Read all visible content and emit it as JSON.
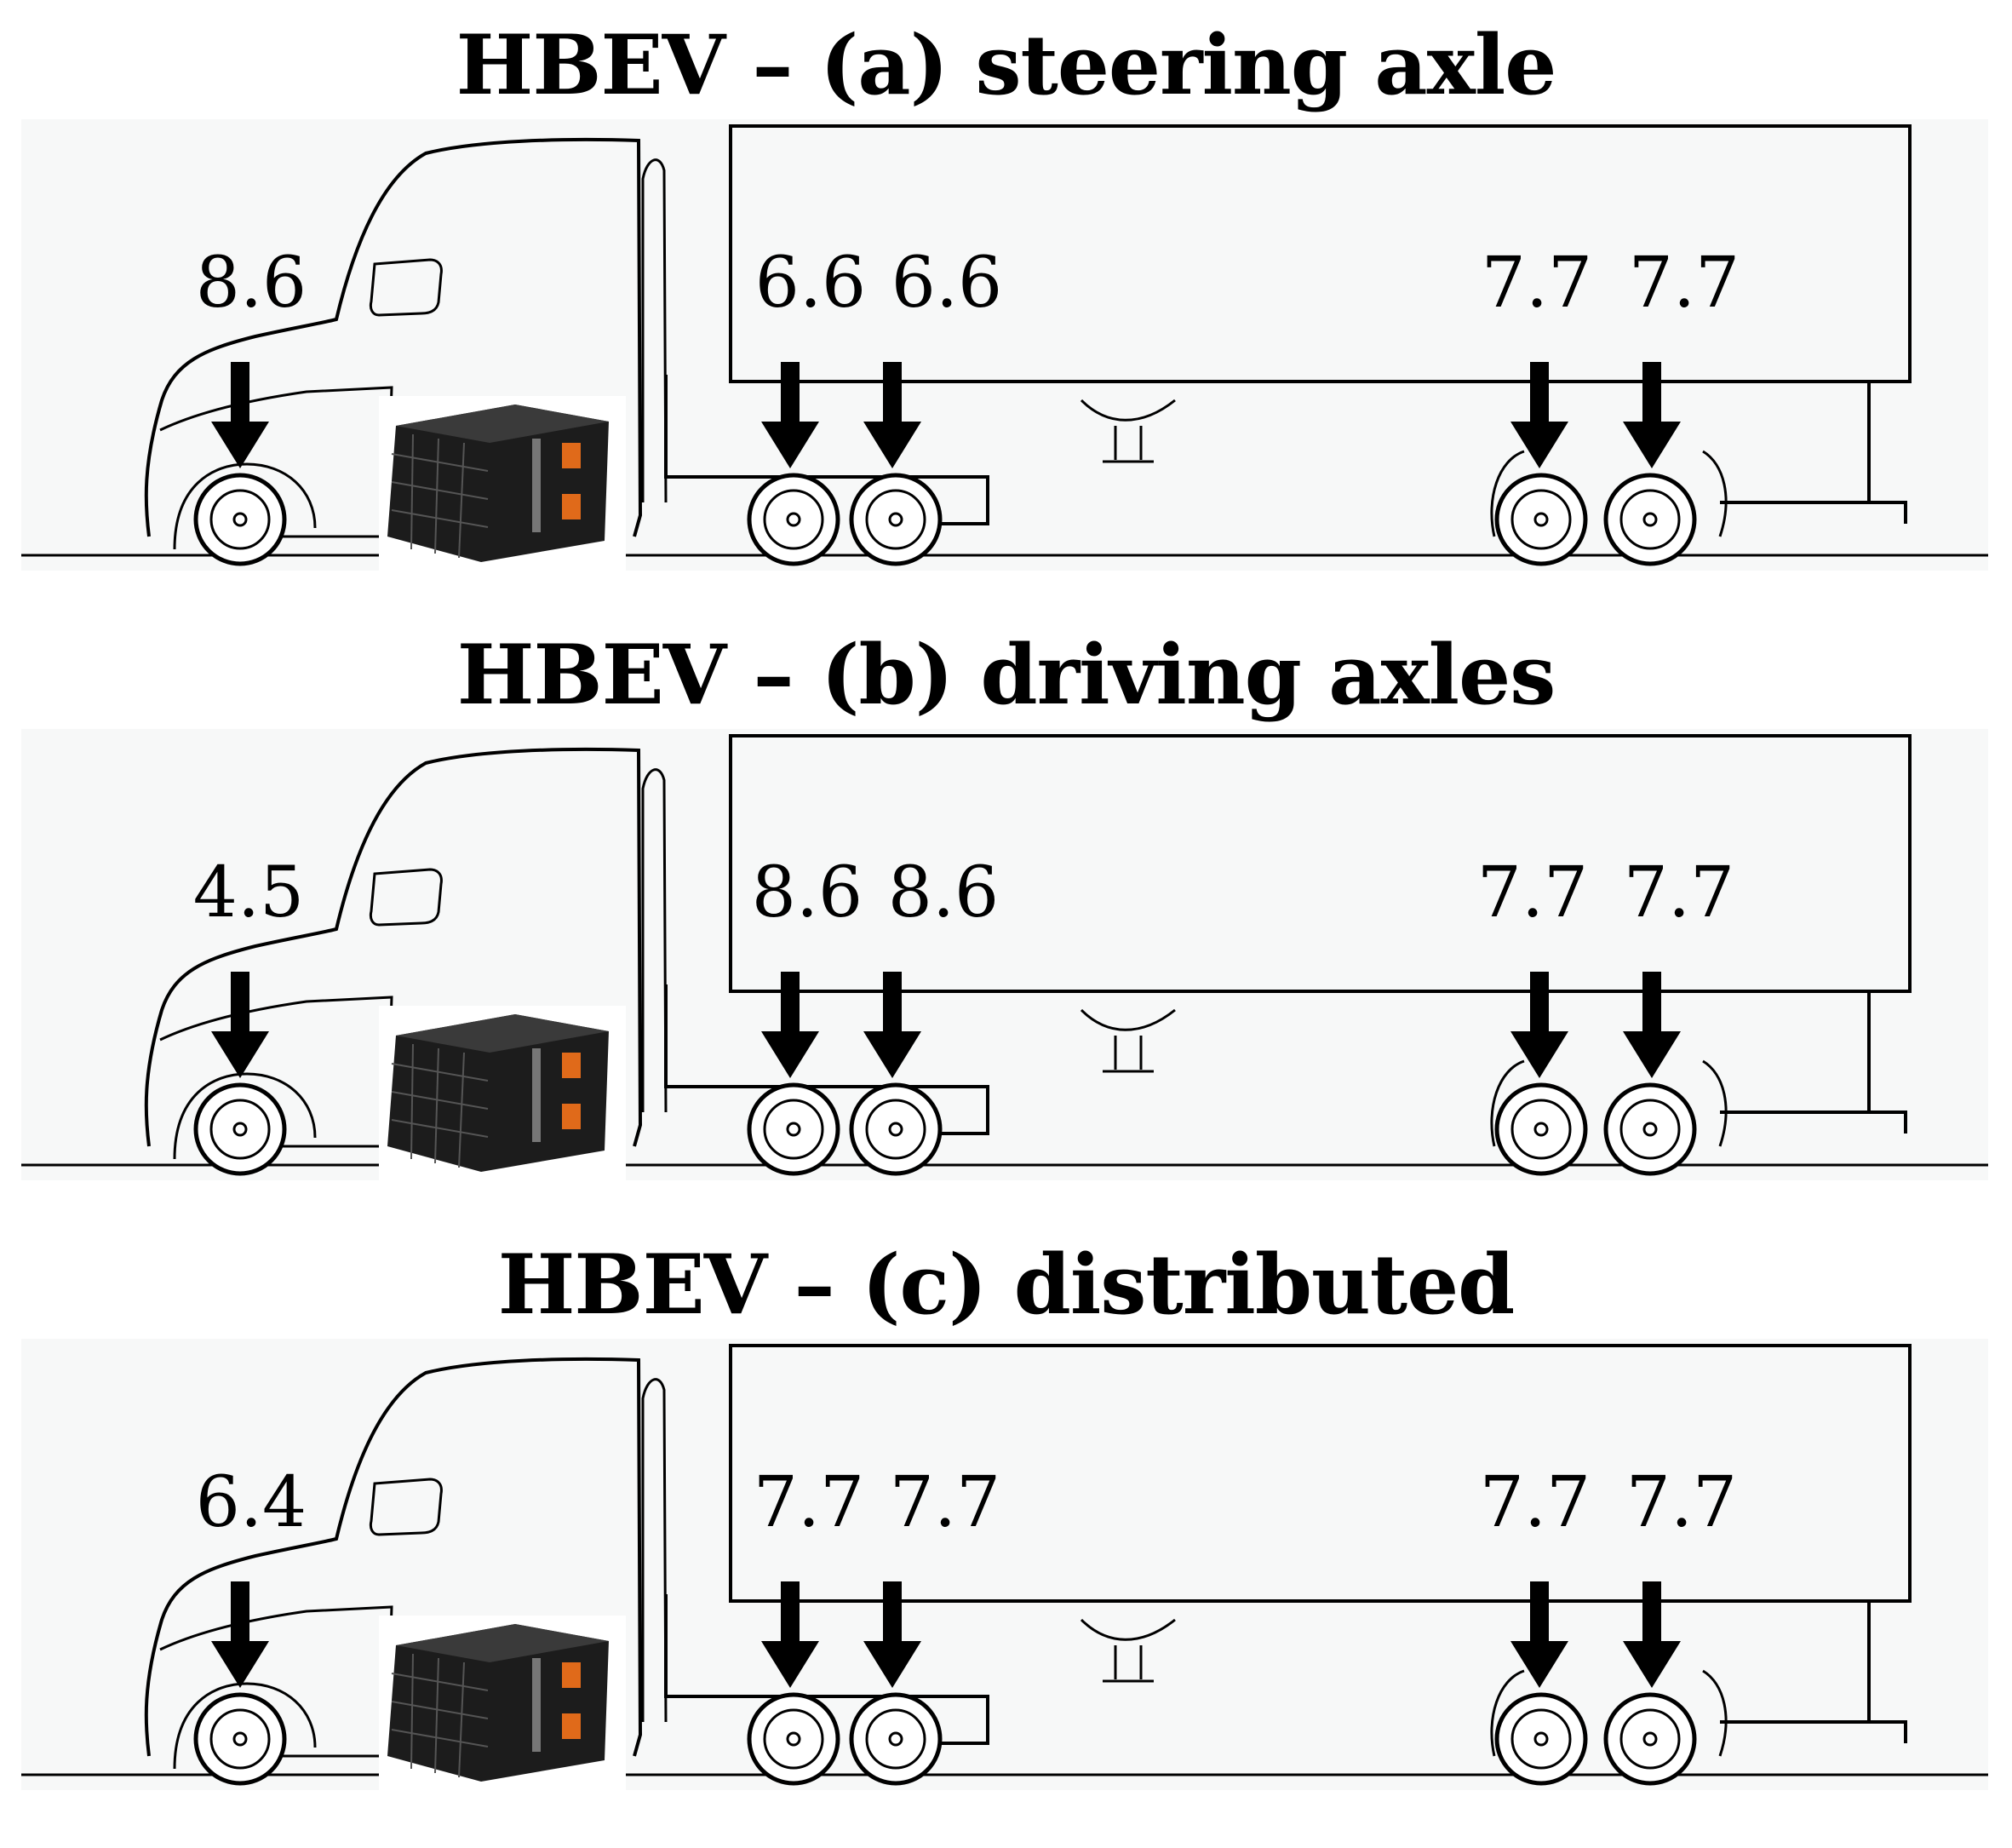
{
  "panels": [
    {
      "title": "HBEV – (a) steering axle",
      "loads": {
        "steer": "8.6",
        "drive": [
          "6.6",
          "6.6"
        ],
        "trailer": [
          "7.7",
          "7.7"
        ]
      }
    },
    {
      "title": "HBEV – (b) driving axles",
      "loads": {
        "steer": "4.5",
        "drive": [
          "8.6",
          "8.6"
        ],
        "trailer": [
          "7.7",
          "7.7"
        ]
      }
    },
    {
      "title": "HBEV – (c) distributed",
      "loads": {
        "steer": "6.4",
        "drive": [
          "7.7",
          "7.7"
        ],
        "trailer": [
          "7.7",
          "7.7"
        ]
      }
    }
  ],
  "icons": {
    "arrow": "down-arrow-icon",
    "battery": "battery-pack-icon",
    "truck": "tractor-trailer-icon"
  },
  "colors": {
    "line": "#000000",
    "background": "#ffffff",
    "scene_tint": "#f7f8f8",
    "battery_body": "#1c1c1c",
    "battery_accent": "#e06a1a"
  }
}
